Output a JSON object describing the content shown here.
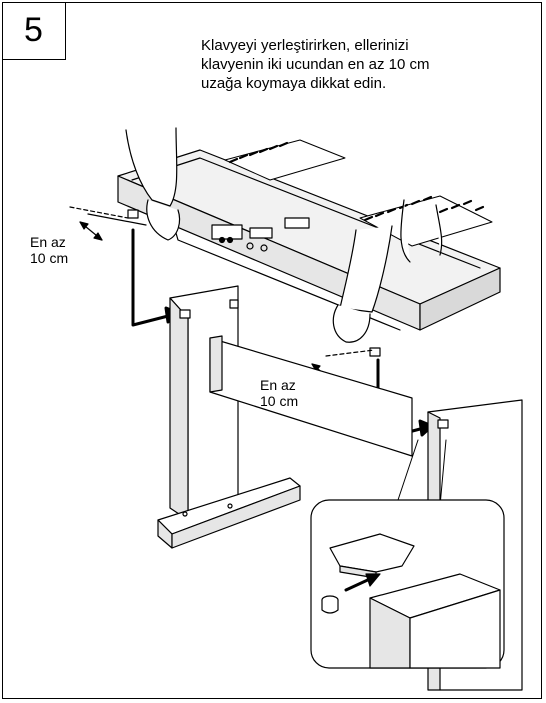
{
  "step": {
    "number": "5"
  },
  "instruction": {
    "lines": [
      "Klavyeyi yerleştirirken, ellerinizi",
      "klavyenin iki ucundan en az 10 cm",
      "uzağa koymaya dikkat edin."
    ]
  },
  "distance_labels": [
    {
      "line1": "En az",
      "line2": "10 cm"
    },
    {
      "line1": "En az",
      "line2": "10 cm"
    }
  ]
}
